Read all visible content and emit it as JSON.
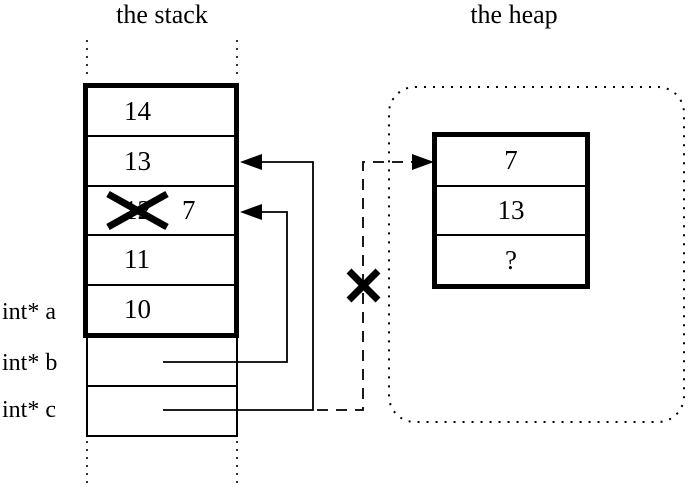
{
  "diagram": {
    "stack_title": "the stack",
    "heap_title": "the heap",
    "stack_cells": [
      {
        "value": "14"
      },
      {
        "value": "13"
      },
      {
        "value": "12",
        "crossed_out": true,
        "overwrite_value": "7"
      },
      {
        "value": "11"
      },
      {
        "value": "10"
      }
    ],
    "pointer_labels": [
      {
        "label": "int* a"
      },
      {
        "label": "int* b"
      },
      {
        "label": "int* c"
      }
    ],
    "heap_cells": [
      {
        "value": "7"
      },
      {
        "value": "13"
      },
      {
        "value": "?"
      }
    ],
    "icons": {
      "invalidated_mark": "x-cross",
      "arrowhead": "solid-triangle"
    },
    "colors": {
      "ink": "#000000",
      "background": "#ffffff"
    }
  }
}
